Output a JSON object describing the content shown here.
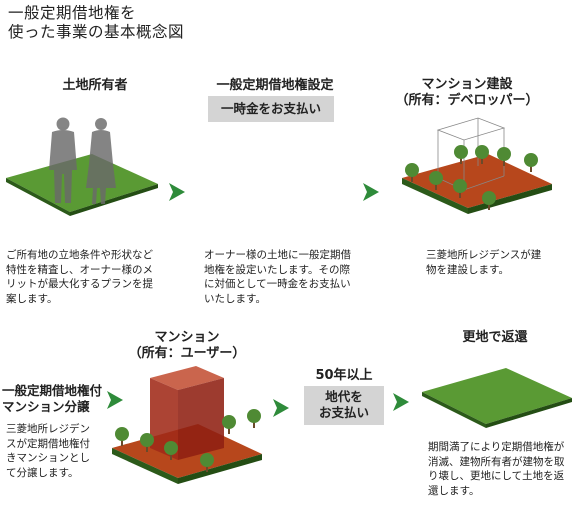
{
  "title": {
    "line1": "一般定期借地権を",
    "line2": "使った事業の基本概念図"
  },
  "steps": {
    "owner": {
      "heading": "土地所有者",
      "description": "ご所有地の立地条件や形状など特性を精査し、オーナー様のメリットが最大化するプランを提案します。"
    },
    "lease": {
      "heading": "一般定期借地権設定",
      "badge": "一時金をお支払い",
      "description": "オーナー様の土地に一般定期借地権を設定いたします。その際に対価として一時金をお支払いいたします。"
    },
    "build": {
      "heading_line1": "マンション建設",
      "heading_line2": "（所有：デベロッパー）",
      "description": "三菱地所レジデンスが建物を建設します。"
    },
    "sale": {
      "label_line1": "一般定期借地権付",
      "label_line2": "マンション分譲",
      "description": "三菱地所レジデンスが定期借地権付きマンションとして分譲します。"
    },
    "owned": {
      "heading_line1": "マンション",
      "heading_line2": "（所有：ユーザー）"
    },
    "term": {
      "heading": "50年以上",
      "badge_line1": "地代を",
      "badge_line2": "お支払い"
    },
    "return": {
      "heading": "更地で返還",
      "description": "期間満了により定期借地権が消滅、建物所有者が建物を取り壊し、更地にして土地を返還します。"
    }
  },
  "colors": {
    "arrow_green": "#2e8b3a",
    "grass": "#4e8a2e",
    "soil": "#b7471c",
    "building": "#9e2416",
    "badge_gray": "#d4d4d4"
  }
}
